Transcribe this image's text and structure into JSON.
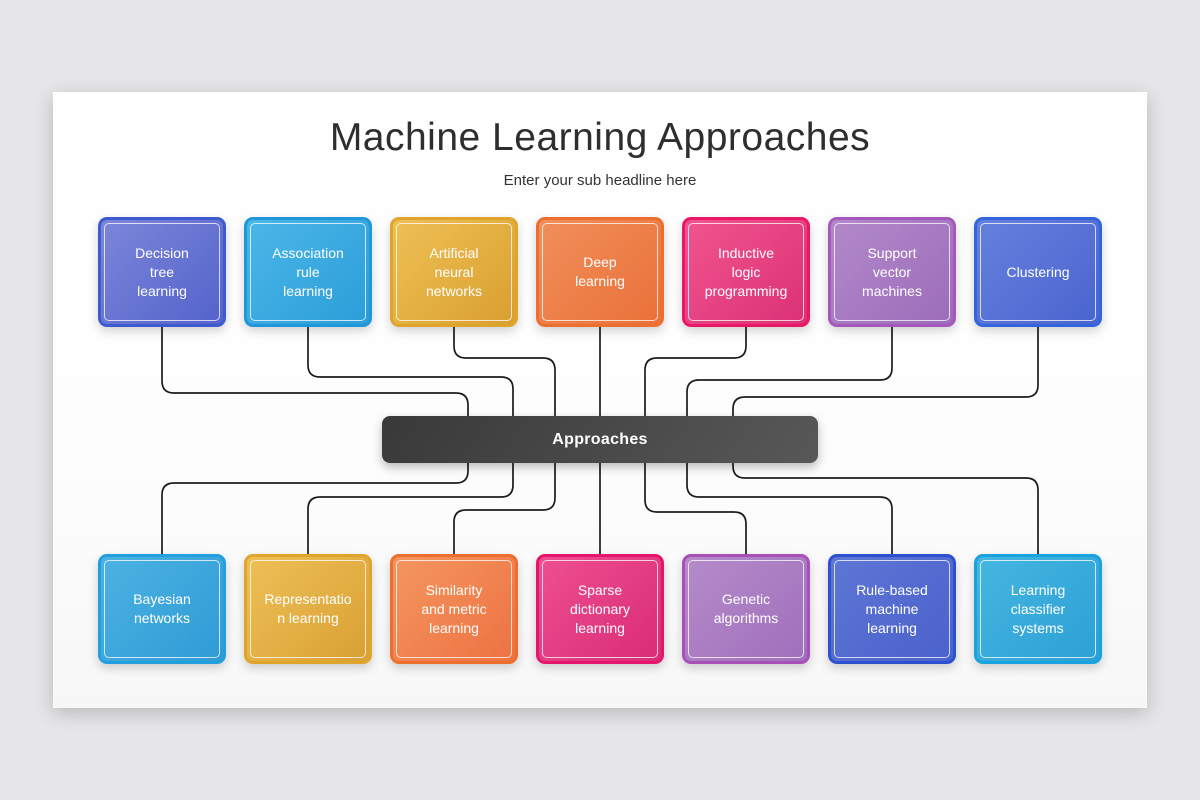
{
  "page": {
    "title": "Machine Learning Approaches",
    "subtitle": "Enter your sub headline here"
  },
  "hub": {
    "id": "approaches",
    "label": "Approaches",
    "colors": {
      "from": "#393939",
      "to": "#585858"
    }
  },
  "connector_color": "#1c1c1c",
  "nodes_top": [
    {
      "id": "decision-tree-learning",
      "label": "Decision\ntree\nlearning",
      "colors": {
        "from": "#7c86d9",
        "to": "#5363cb",
        "border": "#3f5ad0"
      }
    },
    {
      "id": "association-rule-learning",
      "label": "Association\nrule\nlearning",
      "colors": {
        "from": "#4ab7e8",
        "to": "#2c9dd8",
        "border": "#1f97d8"
      }
    },
    {
      "id": "artificial-neural-networks",
      "label": "Artificial\nneural\nnetworks",
      "colors": {
        "from": "#efc055",
        "to": "#d99f2f",
        "border": "#dfa42c"
      }
    },
    {
      "id": "deep-learning",
      "label": "Deep\nlearning",
      "colors": {
        "from": "#f18f5b",
        "to": "#ea7038",
        "border": "#ec6f31"
      }
    },
    {
      "id": "inductive-logic-programming",
      "label": "Inductive\nlogic\nprogramming",
      "colors": {
        "from": "#f1558e",
        "to": "#db3076",
        "border": "#ea1766"
      }
    },
    {
      "id": "support-vector-machines",
      "label": "Support\nvector\nmachines",
      "colors": {
        "from": "#b289ca",
        "to": "#9c6cba",
        "border": "#a558bb"
      }
    },
    {
      "id": "clustering",
      "label": "Clustering",
      "colors": {
        "from": "#6680de",
        "to": "#4a64cf",
        "border": "#3264dd"
      }
    }
  ],
  "nodes_bottom": [
    {
      "id": "bayesian-networks",
      "label": "Bayesian\nnetworks",
      "colors": {
        "from": "#4cb2e2",
        "to": "#2f9bd5",
        "border": "#22a0de"
      }
    },
    {
      "id": "representation-learning",
      "label": "Representatio\nn learning",
      "colors": {
        "from": "#eec057",
        "to": "#d9a033",
        "border": "#dfa42c"
      }
    },
    {
      "id": "similarity-metric-learning",
      "label": "Similarity\nand metric\nlearning",
      "colors": {
        "from": "#f4965f",
        "to": "#ed7242",
        "border": "#ee6f2d"
      }
    },
    {
      "id": "sparse-dictionary-learning",
      "label": "Sparse\ndictionary\nlearning",
      "colors": {
        "from": "#ee4f90",
        "to": "#d92c77",
        "border": "#e5156b"
      }
    },
    {
      "id": "genetic-algorithms",
      "label": "Genetic\nalgorithms",
      "colors": {
        "from": "#b58bc9",
        "to": "#a06fbc",
        "border": "#a650b8"
      }
    },
    {
      "id": "rule-based-machine-learning",
      "label": "Rule-based\nmachine\nlearning",
      "colors": {
        "from": "#5e76d4",
        "to": "#4a62cc",
        "border": "#2d50d0"
      }
    },
    {
      "id": "learning-classifier-systems",
      "label": "Learning\nclassifier\nsystems",
      "colors": {
        "from": "#45b6e0",
        "to": "#2da0d6",
        "border": "#18a2e0"
      }
    }
  ],
  "edges": [
    {
      "from": "decision-tree-learning",
      "to": "approaches"
    },
    {
      "from": "association-rule-learning",
      "to": "approaches"
    },
    {
      "from": "artificial-neural-networks",
      "to": "approaches"
    },
    {
      "from": "deep-learning",
      "to": "approaches"
    },
    {
      "from": "inductive-logic-programming",
      "to": "approaches"
    },
    {
      "from": "support-vector-machines",
      "to": "approaches"
    },
    {
      "from": "clustering",
      "to": "approaches"
    },
    {
      "from": "approaches",
      "to": "bayesian-networks"
    },
    {
      "from": "approaches",
      "to": "representation-learning"
    },
    {
      "from": "approaches",
      "to": "similarity-metric-learning"
    },
    {
      "from": "approaches",
      "to": "sparse-dictionary-learning"
    },
    {
      "from": "approaches",
      "to": "genetic-algorithms"
    },
    {
      "from": "approaches",
      "to": "rule-based-machine-learning"
    },
    {
      "from": "approaches",
      "to": "learning-classifier-systems"
    }
  ]
}
